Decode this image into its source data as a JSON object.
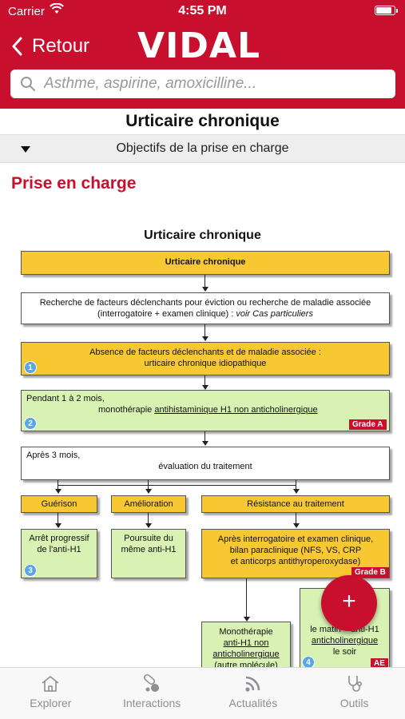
{
  "status_bar": {
    "carrier": "Carrier",
    "time": "4:55 PM",
    "battery_level": 0.9
  },
  "header": {
    "back_label": "Retour",
    "logo": "VIDAL",
    "search_placeholder": "Asthme, aspirine, amoxicilline..."
  },
  "page": {
    "title": "Urticaire chronique",
    "section_label": "Objectifs de la prise en charge",
    "subheading": "Prise en charge"
  },
  "flowchart": {
    "title": "Urticaire chronique",
    "top_box": "Urticaire chronique",
    "box_search": "Recherche de facteurs déclenchants pour éviction ou recherche de maladie associée",
    "box_search_line2": "(interrogatoire + examen clinique) : ",
    "box_search_italic": "voir Cas particuliers",
    "box_absence_1": "Absence de facteurs déclenchants et de maladie associée :",
    "box_absence_2": "urticaire chronique idiopathique",
    "box_absence_num": "1",
    "box_pendant_1": "Pendant 1 à 2 mois,",
    "box_pendant_2": "monothérapie ",
    "box_pendant_link": "antihistaminique H1 non anticholinergique",
    "box_pendant_num": "2",
    "box_pendant_grade": "Grade A",
    "box_apres_1": "Après 3 mois,",
    "box_apres_2": "évaluation du traitement",
    "guerison": "Guérison",
    "amelioration": "Amélioration",
    "resistance": "Résistance au traitement",
    "arret_1": "Arrêt progressif",
    "arret_2": "de l'anti-H1",
    "arret_num": "3",
    "poursuite_1": "Poursuite du",
    "poursuite_2": "même anti-H1",
    "apres_interro_1": "Après interrogatoire et examen clinique,",
    "apres_interro_2": "bilan paraclinique (NFS, VS, CRP",
    "apres_interro_3": "et anticorps antithyroperoxydase)",
    "apres_interro_grade": "Grade B",
    "mono_1": "Monothérapie",
    "mono_2": "anti-H1 non",
    "mono_3": "anticholinergique",
    "mono_4": "(autre molécule)",
    "right_1": "anti-H1",
    "right_2": "le matin + anti-H1",
    "right_3": "anticholinergique",
    "right_4": "le soir",
    "right_num": "4",
    "right_grade": "AE"
  },
  "fab": {
    "label": "+"
  },
  "tabs": [
    {
      "label": "Explorer",
      "icon": "house-icon"
    },
    {
      "label": "Interactions",
      "icon": "pills-icon"
    },
    {
      "label": "Actualités",
      "icon": "rss-icon"
    },
    {
      "label": "Outils",
      "icon": "stethoscope-icon"
    }
  ],
  "colors": {
    "brand": "#c8102e",
    "box_yellow": "#f7c832",
    "box_green": "#d9f2b4",
    "badge_blue": "#5aa7e6"
  }
}
